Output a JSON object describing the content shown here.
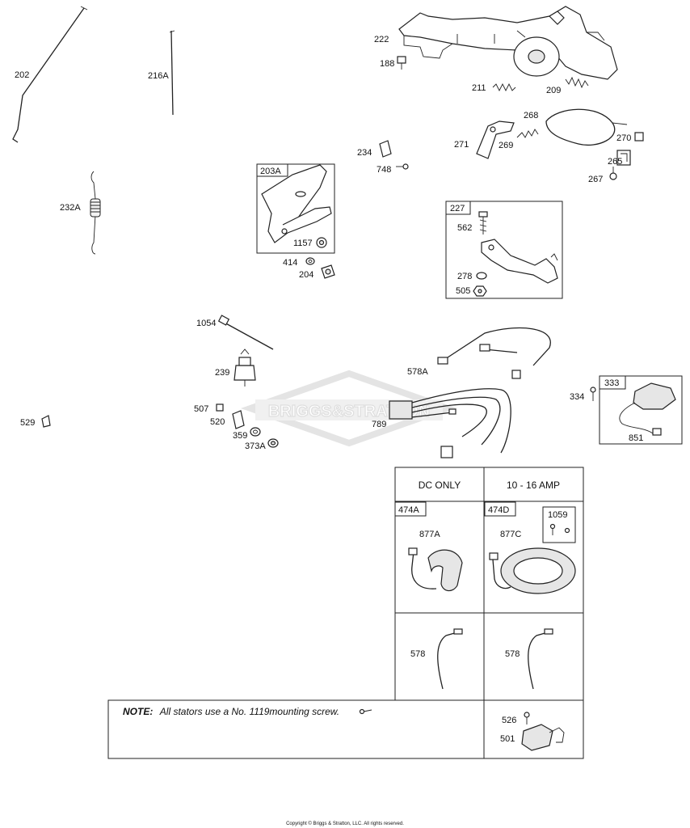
{
  "watermark": "BRIGGS&STRATTON",
  "labels": {
    "p202": "202",
    "p216a": "216A",
    "p232a": "232A",
    "p222": "222",
    "p188": "188",
    "p211": "211",
    "p209": "209",
    "p268": "268",
    "p271": "271",
    "p269": "269",
    "p270": "270",
    "p265": "265",
    "p267": "267",
    "p234": "234",
    "p748": "748",
    "p203a": "203A",
    "p1157": "1157",
    "p414": "414",
    "p204": "204",
    "p227": "227",
    "p562": "562",
    "p278": "278",
    "p505": "505",
    "p1054": "1054",
    "p239": "239",
    "p507": "507",
    "p520": "520",
    "p359": "359",
    "p373a": "373A",
    "p529": "529",
    "p578a": "578A",
    "p789": "789",
    "p334": "334",
    "p333": "333",
    "p851": "851",
    "p474a": "474A",
    "p877a": "877A",
    "p474d": "474D",
    "p877c": "877C",
    "p1059": "1059",
    "p578_left": "578",
    "p578_right": "578",
    "p526": "526",
    "p501": "501"
  },
  "table": {
    "col1_header": "DC ONLY",
    "col2_header": "10 - 16 AMP"
  },
  "note": {
    "prefix": "NOTE:",
    "text": "All stators use a No. 1119mounting screw."
  },
  "copyright": "Copyright © Briggs & Stratton, LLC. All rights reserved."
}
